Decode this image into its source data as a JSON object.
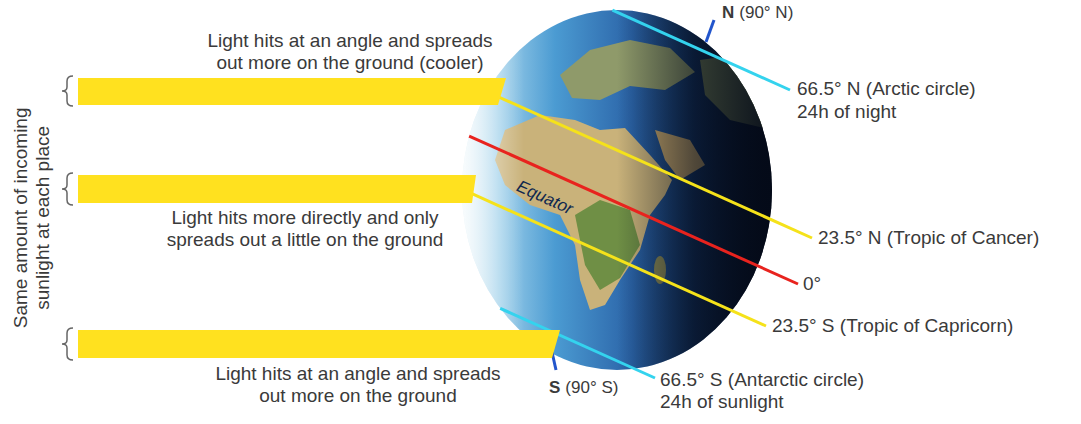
{
  "diagram": {
    "labels": [
      "Light hits at an angle and spreads out more on the ground (cooler)",
      "N",
      "(90° N)",
      "66.5° N (Arctic circle)",
      "24h of night",
      "Same amount of incoming sunlight at each place",
      "Equator",
      "Light hits more directly and only spreads out a little on the ground",
      "23.5° N (Tropic of Cancer)",
      "0°",
      "23.5° S (Tropic of Capricorn)",
      "Light hits at an angle and spreads out more on the ground",
      "S",
      "(90° S)",
      "66.5° S (Antarctic circle)",
      "24h of sunlight"
    ]
  }
}
